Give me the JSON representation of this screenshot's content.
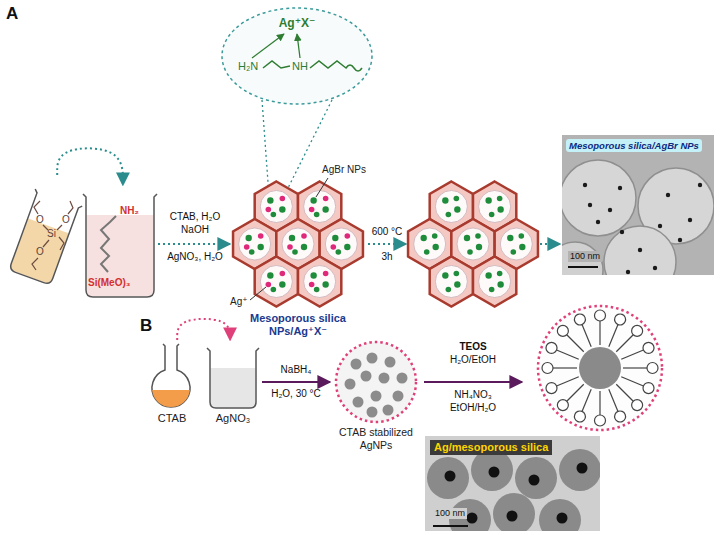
{
  "diagram": {
    "nodes": [
      {
        "text": [
          "Ag⁺X⁻",
          "H₂N",
          "NH"
        ]
      },
      {
        "text": [
          "O",
          "Si",
          "O",
          "O"
        ]
      },
      {
        "text": [
          "NH₂",
          "Si(MeO)₃"
        ]
      },
      {
        "text": [
          "AgBr NPs",
          "Ag⁺",
          "Mesoporous silica NPs/Ag⁺X⁻"
        ]
      },
      {
        "text": [
          "Mesoporous silica/AgBr NPs",
          "100 nm"
        ]
      },
      {
        "text": [
          "CTAB"
        ]
      },
      {
        "text": [
          "AgNO₃"
        ]
      },
      {
        "text": [
          "CTAB stabilized AgNPs"
        ]
      },
      {
        "text": [
          "Ag/mesoporous silica",
          "100 nm"
        ]
      }
    ],
    "edges": [
      {
        "from": 1,
        "to": 2,
        "arrow": "to"
      },
      {
        "from": 2,
        "to": 3,
        "arrow": "to"
      },
      {
        "from": 5,
        "to": 6,
        "arrow": "to"
      },
      {
        "from": 6,
        "to": 7,
        "arrow": "to"
      }
    ],
    "labels": [
      "A",
      "CTAB, H₂O",
      "NaOH",
      "AgNO₃, H₂O",
      "600 °C",
      "3h",
      "B",
      "NaBH₄",
      "H₂O, 30 °C",
      "TEOS",
      "H₂O/EtOH",
      "NH₄NO₃",
      "EtOH/H₂O"
    ]
  }
}
